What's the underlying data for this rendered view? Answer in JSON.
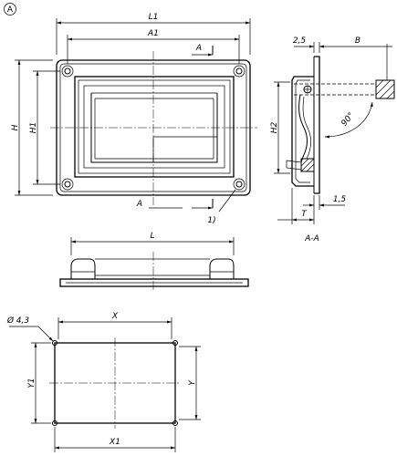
{
  "view_marker": "A",
  "top_view": {
    "dims": {
      "L1": "L1",
      "A1": "A1",
      "A": "A",
      "H": "H",
      "H1": "H1"
    },
    "section_marker": "A",
    "note_ref": "1)"
  },
  "section_view": {
    "dims": {
      "d25": "2,5",
      "B": "B",
      "H2": "H2",
      "angle": "90°",
      "d15": "1,5",
      "T": "T"
    },
    "caption": "A-A"
  },
  "front_view": {
    "dims": {
      "L": "L"
    }
  },
  "cutout_view": {
    "dims": {
      "hole": "Ø 4,3",
      "X": "X",
      "X1": "X1",
      "Y": "Y",
      "Y1": "Y1"
    }
  }
}
